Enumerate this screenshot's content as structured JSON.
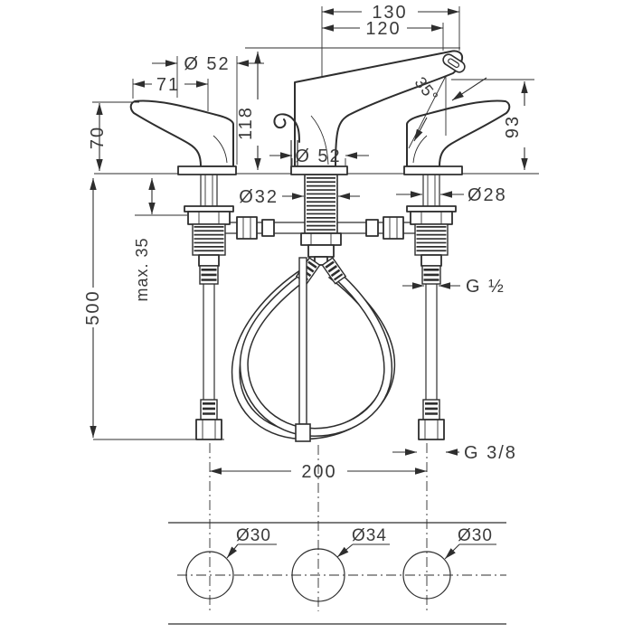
{
  "drawing": {
    "type": "technical-installation-drawing",
    "subject": "3-hole-basin-mixer-with-lever-handles",
    "colors": {
      "line": "#2e2e2e",
      "text": "#3a3a3a",
      "background": "#ffffff"
    },
    "labels": {
      "d130": "130",
      "d120": "120",
      "d52_handle": "Ø 52",
      "d71": "71",
      "d70": "70",
      "d118": "118",
      "d35deg": "35°",
      "d93": "93",
      "d52_spout": "Ø 52",
      "d32": "Ø32",
      "d28": "Ø28",
      "dmax35": "max. 35",
      "d500": "500",
      "g12": "G ½",
      "g38": "G 3/8",
      "d200": "200",
      "hole_left": "Ø30",
      "hole_center": "Ø34",
      "hole_right": "Ø30"
    }
  }
}
